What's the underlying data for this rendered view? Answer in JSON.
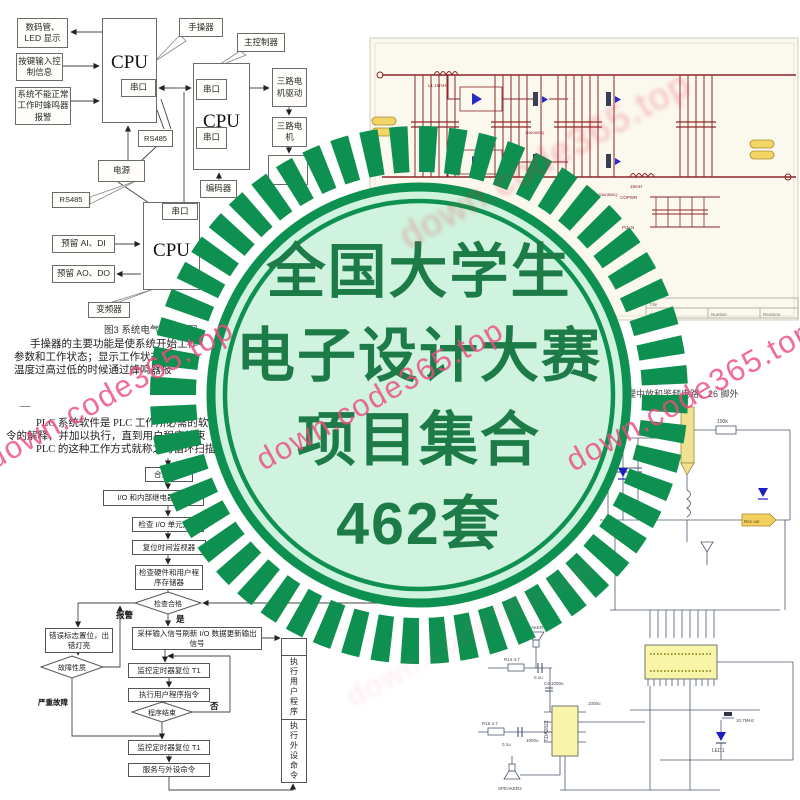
{
  "watermark": {
    "text": "down.code365.top"
  },
  "badge": {
    "line1": "全国大学生",
    "line2": "电子设计大赛",
    "line3": "项目集合",
    "line4": "462套",
    "ring_color": "#0e9150",
    "fill_color": "#cff3de",
    "text_color": "#1d7b47"
  },
  "block_diagram": {
    "caption": "图3 系统电气结构框图",
    "cpu": "CPU",
    "serial_port": "串口",
    "led_display": "数码管、LED 显示",
    "key_input": "按键输入控制信息",
    "alarm": "系统不能正常工作时蜂鸣器报警",
    "hand_controller": "手操器",
    "main_controller": "主控制器",
    "rs485": "RS485",
    "power": "电源",
    "motor_drive": "三路电机驱动",
    "motor": "三路电机",
    "encoder": "编码器",
    "reserved_ai": "预留 AI、DI",
    "reserved_ao": "预留 AO、DO",
    "inverter": "变频器"
  },
  "paragraphs": {
    "p1_line1": "手操器的主要功能是使系统开始工作",
    "p1_line2": "参数和工作状态；显示工作状态；",
    "p1_line3": "温度过高过低的时候通过蜂鸣器报",
    "dash": "—",
    "p2_line1": "PLC 系统软件是 PLC 工作所必需的软件",
    "p2_line2": "令的解释，并加以执行，直到用户程序结束",
    "p2_line3": "PLC 的这种工作方式就称之为循环扫描"
  },
  "flowchart": {
    "start": "合上电源",
    "step_reset_io": "I/O 和内部继电器复位",
    "step_check_io": "检查 I/O 单元连接",
    "step_reset_timer": "复位时间监视器",
    "step_check_hw": "检查硬件和用户程序存储器",
    "decision_check": "检查合格",
    "label_alarm": "报警",
    "label_yes": "是",
    "label_no": "否",
    "step_sample": "采样输入信号刷新 I/O 数据更新输出信号",
    "step_error": "错误标志置位，出错灯亮",
    "decision_fault": "故障性质",
    "label_severe": "严重故障",
    "step_watchdog1": "监控定时器复位 T1",
    "step_exec": "执行用户程序指令",
    "decision_end": "程序结束",
    "step_watchdog2": "监控定时器复位 T1",
    "step_serve": "服务与外设命令",
    "col_exec_user": "执行用户程序",
    "col_exec_ext": "执行外设命令"
  },
  "power_schematic": {
    "l1": "L1 15mH",
    "l2": "15mH",
    "mosfet": "2N60800Q",
    "copwr": "COPWR",
    "pgln": "PGLN",
    "title": "Title",
    "size": "Size",
    "number": "Number",
    "revision": "Revision"
  },
  "radio_schematic": {
    "caption": "处理中放和鉴频电路，26 脚外",
    "r_top": "100k",
    "out_label": "Rec out",
    "ic_amp": "TDA2822",
    "speaker1": "SPEAKER",
    "speaker2": "SPEAKER2",
    "r14": "R14 4.7",
    "r15": "R15 4.7",
    "c_small": "0.1u",
    "c_big": "1000u",
    "c4": "C4 1000u",
    "freq": "10.7MHz",
    "led": "LED1"
  }
}
